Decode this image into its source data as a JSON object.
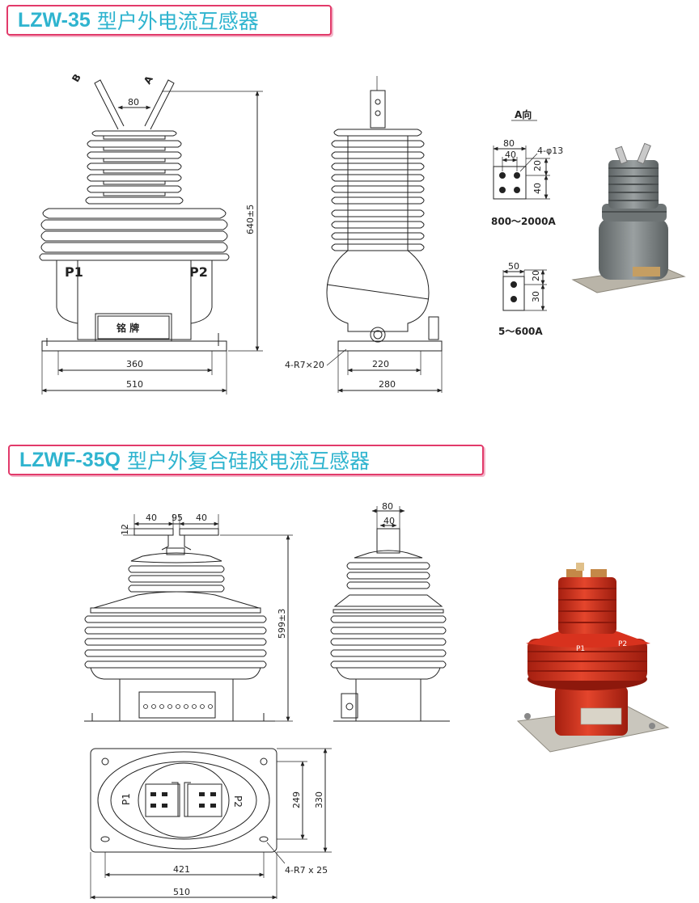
{
  "section1": {
    "model": "LZW-35",
    "desc": "型户外电流互感器",
    "front_view": {
      "terminal_b": "B",
      "terminal_a": "A",
      "terminal_spacing": "80",
      "height": "640±5",
      "p1": "P1",
      "p2": "P2",
      "nameplate": "铭 牌",
      "base_hole_spacing": "360",
      "base_width": "510"
    },
    "side_view": {
      "mount_holes": "4-R7×20",
      "hole_spacing": "220",
      "base_depth": "280"
    },
    "detail_a": {
      "label": "A向",
      "large": {
        "w1": "80",
        "w2": "40",
        "holes": "4-φ13",
        "v1": "20",
        "v2": "40",
        "range": "800～2000A"
      },
      "small": {
        "w1": "50",
        "v1": "20",
        "v2": "30",
        "range": "5～600A"
      }
    }
  },
  "section2": {
    "model": "LZWF-35Q",
    "desc": "型户外复合硅胶电流互感器",
    "front_view": {
      "d1": "40",
      "d2": "95",
      "d3": "40",
      "thickness": "12",
      "height": "599±3"
    },
    "side_view": {
      "w1": "80",
      "w2": "40"
    },
    "plan_view": {
      "p1": "P1",
      "p2": "P2",
      "inner_height": "249",
      "outer_height": "330",
      "hole_spacing": "421",
      "mount_holes": "4-R7 x 25",
      "width": "510"
    },
    "photo": {
      "p1": "P1",
      "p2": "P2"
    }
  },
  "colors": {
    "title_border": "#e23a6a",
    "title_text": "#2fb4cf",
    "line": "#222222",
    "gray_unit": "#7a7f80",
    "red_unit": "#d8321e"
  }
}
